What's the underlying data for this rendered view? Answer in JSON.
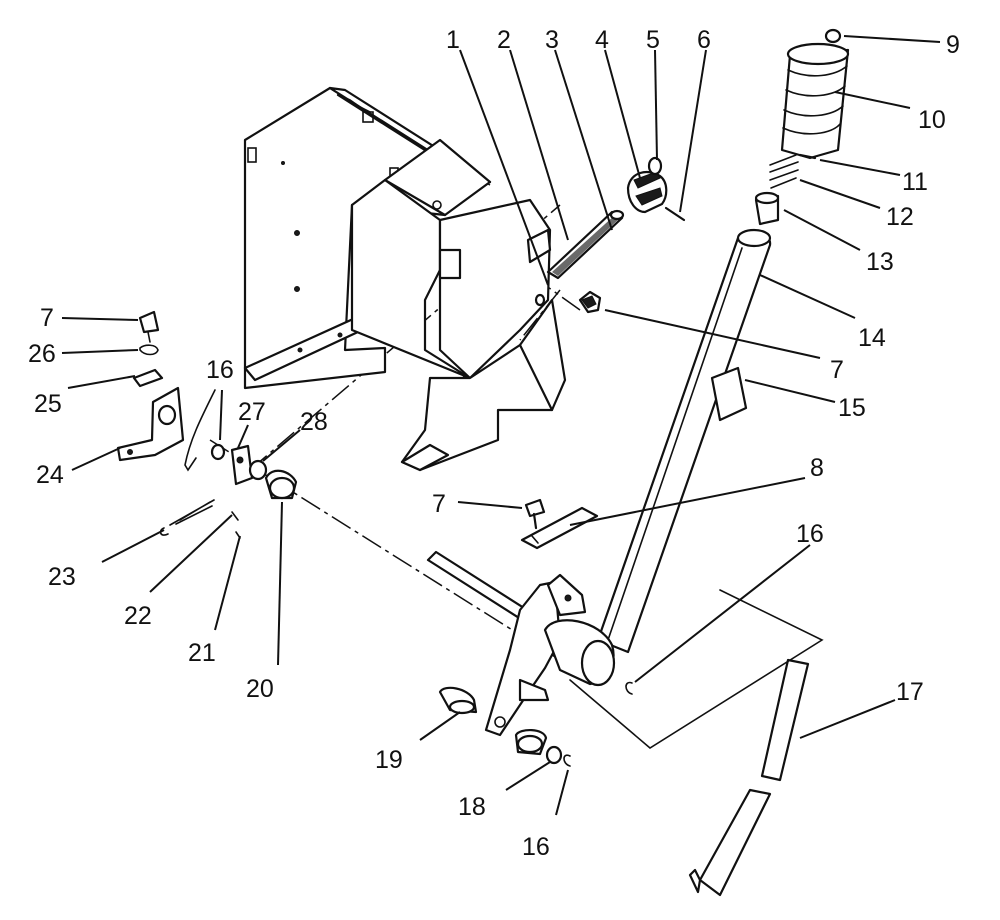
{
  "diagram": {
    "callouts": [
      {
        "id": "c1",
        "text": "1"
      },
      {
        "id": "c2",
        "text": "2"
      },
      {
        "id": "c3",
        "text": "3"
      },
      {
        "id": "c4",
        "text": "4"
      },
      {
        "id": "c5",
        "text": "5"
      },
      {
        "id": "c6",
        "text": "6"
      },
      {
        "id": "c9",
        "text": "9"
      },
      {
        "id": "c10",
        "text": "10"
      },
      {
        "id": "c11",
        "text": "11"
      },
      {
        "id": "c12",
        "text": "12"
      },
      {
        "id": "c13",
        "text": "13"
      },
      {
        "id": "c14",
        "text": "14"
      },
      {
        "id": "c7a",
        "text": "7"
      },
      {
        "id": "c7b",
        "text": "7"
      },
      {
        "id": "c15",
        "text": "15"
      },
      {
        "id": "c26",
        "text": "26"
      },
      {
        "id": "c25",
        "text": "25"
      },
      {
        "id": "c16a",
        "text": "16"
      },
      {
        "id": "c27",
        "text": "27"
      },
      {
        "id": "c28",
        "text": "28"
      },
      {
        "id": "c24",
        "text": "24"
      },
      {
        "id": "c7c",
        "text": "7"
      },
      {
        "id": "c8",
        "text": "8"
      },
      {
        "id": "c16b",
        "text": "16"
      },
      {
        "id": "c23",
        "text": "23"
      },
      {
        "id": "c22",
        "text": "22"
      },
      {
        "id": "c21",
        "text": "21"
      },
      {
        "id": "c20",
        "text": "20"
      },
      {
        "id": "c17",
        "text": "17"
      },
      {
        "id": "c19",
        "text": "19"
      },
      {
        "id": "c18",
        "text": "18"
      },
      {
        "id": "c16c",
        "text": "16"
      }
    ]
  }
}
